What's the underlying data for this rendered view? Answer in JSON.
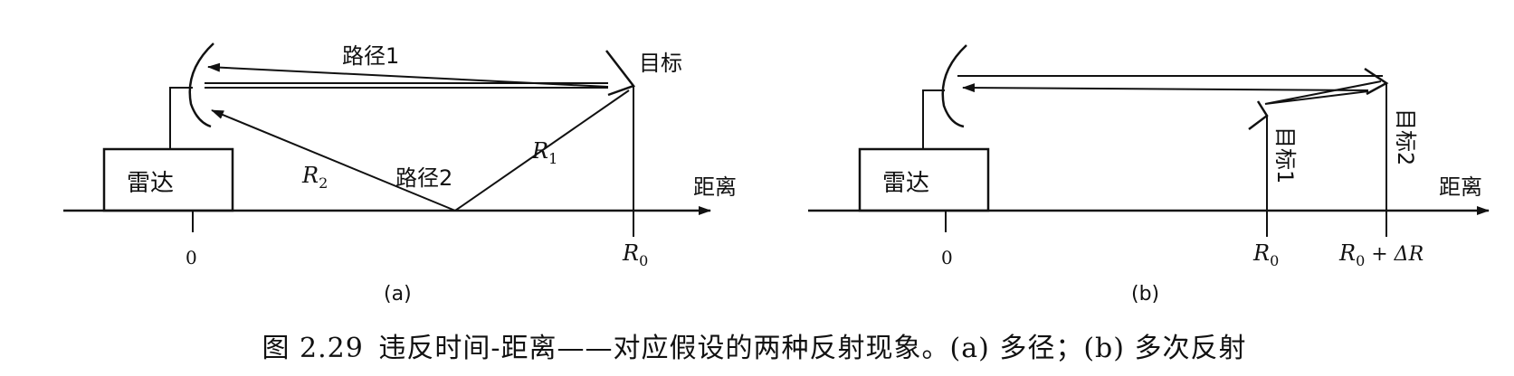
{
  "panel_a": {
    "radar_label": "雷达",
    "path1_label": "路径1",
    "path2_label": "路径2",
    "target_label": "目标",
    "distance_label": "距离",
    "r1_main": "R",
    "r1_sub": "1",
    "r2_main": "R",
    "r2_sub": "2",
    "origin_label": "0",
    "r0_main": "R",
    "r0_sub": "0",
    "sublabel": "(a)"
  },
  "panel_b": {
    "radar_label": "雷达",
    "target1_label": "目标1",
    "target2_label": "目标2",
    "distance_label": "距离",
    "origin_label": "0",
    "r0_main": "R",
    "r0_sub": "0",
    "r0dr_main": "R",
    "r0dr_sub": "0",
    "r0dr_tail": " + ΔR",
    "sublabel": "(b)"
  },
  "caption": {
    "number": "图 2.29",
    "text": "违反时间-距离——对应假设的两种反射现象。(a) 多径；(b) 多次反射"
  }
}
